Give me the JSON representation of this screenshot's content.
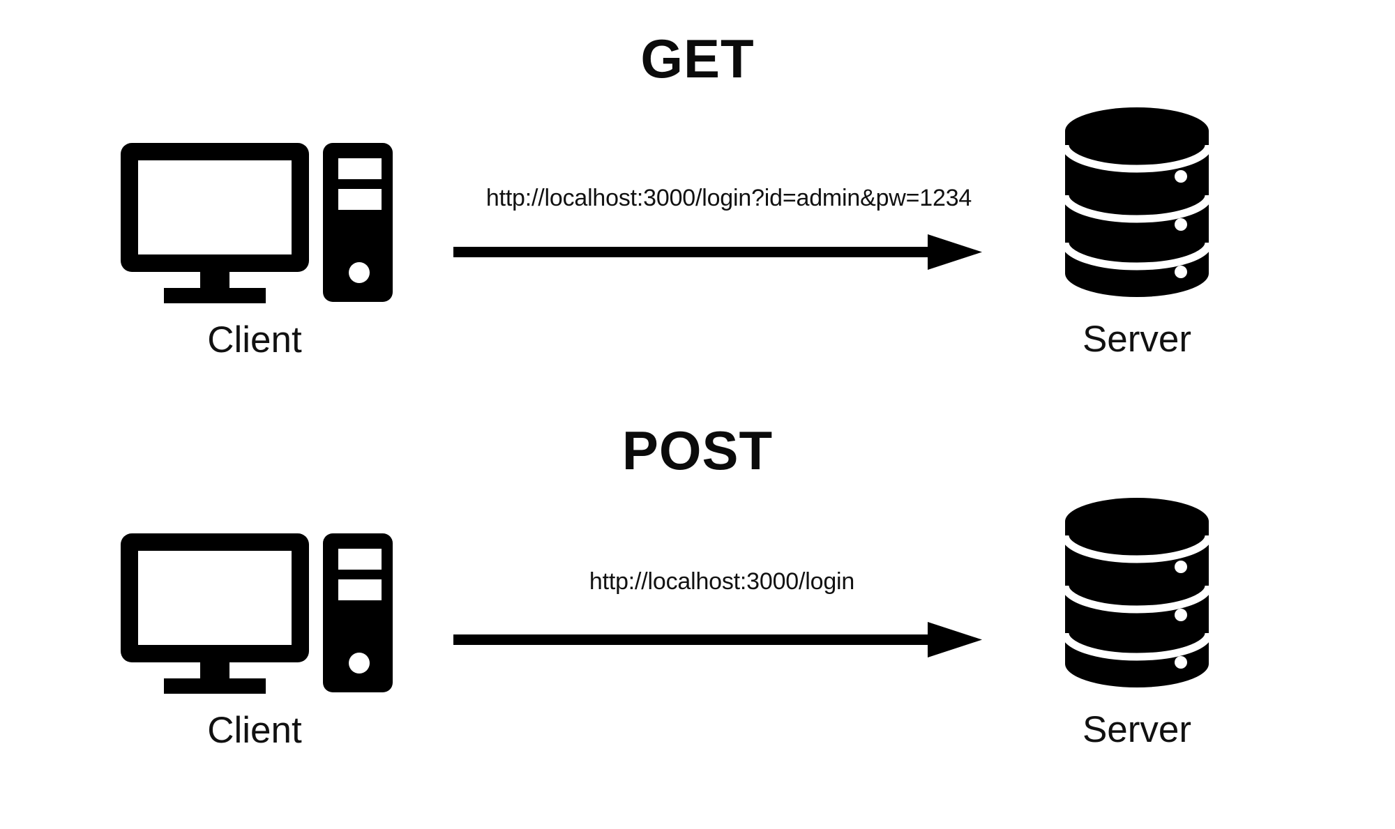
{
  "page": {
    "background_color": "#ffffff",
    "ink_color": "#000000",
    "title": "HTTP GET vs POST request diagram"
  },
  "sections": [
    {
      "id": "get",
      "method": "GET",
      "client_label": "Client",
      "server_label": "Server",
      "request_url": "http://localhost:3000/login?id=admin&pw=1234",
      "arrow_direction": "client-to-server",
      "client_icon": "desktop-computer-icon",
      "server_icon": "database-server-icon"
    },
    {
      "id": "post",
      "method": "POST",
      "client_label": "Client",
      "server_label": "Server",
      "request_url": "http://localhost:3000/login",
      "arrow_direction": "client-to-server",
      "client_icon": "desktop-computer-icon",
      "server_icon": "database-server-icon"
    }
  ]
}
